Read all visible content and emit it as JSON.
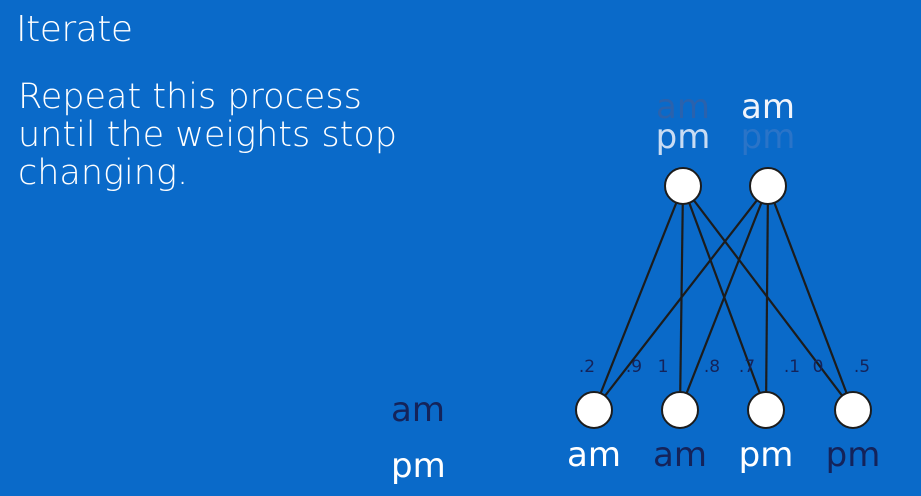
{
  "slide": {
    "title": "Iterate",
    "body_lines": [
      "Repeat this process",
      "until the weights stop",
      "changing."
    ]
  },
  "legend": {
    "am": "am",
    "pm": "pm"
  },
  "colors": {
    "background": "#0a6ac9",
    "node_fill": "#ffffff",
    "edge": "#1c1c1c",
    "dark_text": "#14235a",
    "faded_blue_text": "#4d93dc",
    "light_text": "#c9dcf3",
    "white_text": "#ffffff"
  },
  "top_nodes": [
    {
      "am_label": "am",
      "pm_label": "pm",
      "am_color": "#2a62ad",
      "pm_color": "#c9dcf3"
    },
    {
      "am_label": "am",
      "pm_label": "pm",
      "am_color": "#f0f4fb",
      "pm_color": "#2a74c8"
    }
  ],
  "bottom_nodes": [
    {
      "label": "am",
      "color": "#ffffff"
    },
    {
      "label": "am",
      "color": "#14235a"
    },
    {
      "label": "pm",
      "color": "#ffffff"
    },
    {
      "label": "pm",
      "color": "#14235a"
    }
  ],
  "edges": [
    {
      "from": 0,
      "to": 0,
      "weight": ".2"
    },
    {
      "from": 1,
      "to": 0,
      "weight": ".9"
    },
    {
      "from": 0,
      "to": 1,
      "weight": "1"
    },
    {
      "from": 1,
      "to": 1,
      "weight": ".8"
    },
    {
      "from": 0,
      "to": 2,
      "weight": ".7"
    },
    {
      "from": 1,
      "to": 2,
      "weight": ".1"
    },
    {
      "from": 0,
      "to": 3,
      "weight": "0"
    },
    {
      "from": 1,
      "to": 3,
      "weight": ".5"
    }
  ]
}
